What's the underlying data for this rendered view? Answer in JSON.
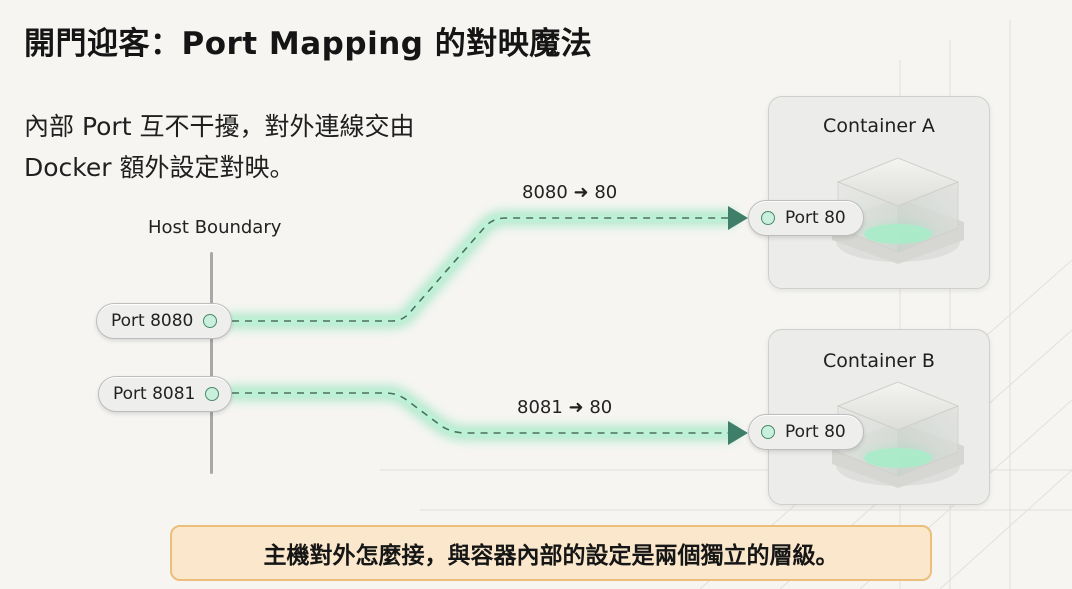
{
  "slide": {
    "title": "開門迎客：Port Mapping 的對映魔法",
    "subtitle_line1": "內部 Port 互不干擾，對外連線交由",
    "subtitle_line2": "Docker 額外設定對映。",
    "callout": "主機對外怎麼接，與容器內部的設定是兩個獨立的層級。"
  },
  "host": {
    "label": "Host Boundary",
    "ports": [
      "Port 8080",
      "Port 8081"
    ]
  },
  "containers": [
    {
      "name": "Container A",
      "port": "Port 80"
    },
    {
      "name": "Container B",
      "port": "Port 80"
    }
  ],
  "mappings": [
    {
      "label": "8080 ➜ 80"
    },
    {
      "label": "8081 ➜ 80"
    }
  ],
  "colors": {
    "background": "#f6f5f2",
    "glow": "#7fe0b0",
    "dash": "#4f6f5f",
    "arrow": "#3f7f6a",
    "callout_fill": "#fbe8cc",
    "callout_border": "#ecbe7c",
    "port_dot": "#c9f0dc"
  }
}
